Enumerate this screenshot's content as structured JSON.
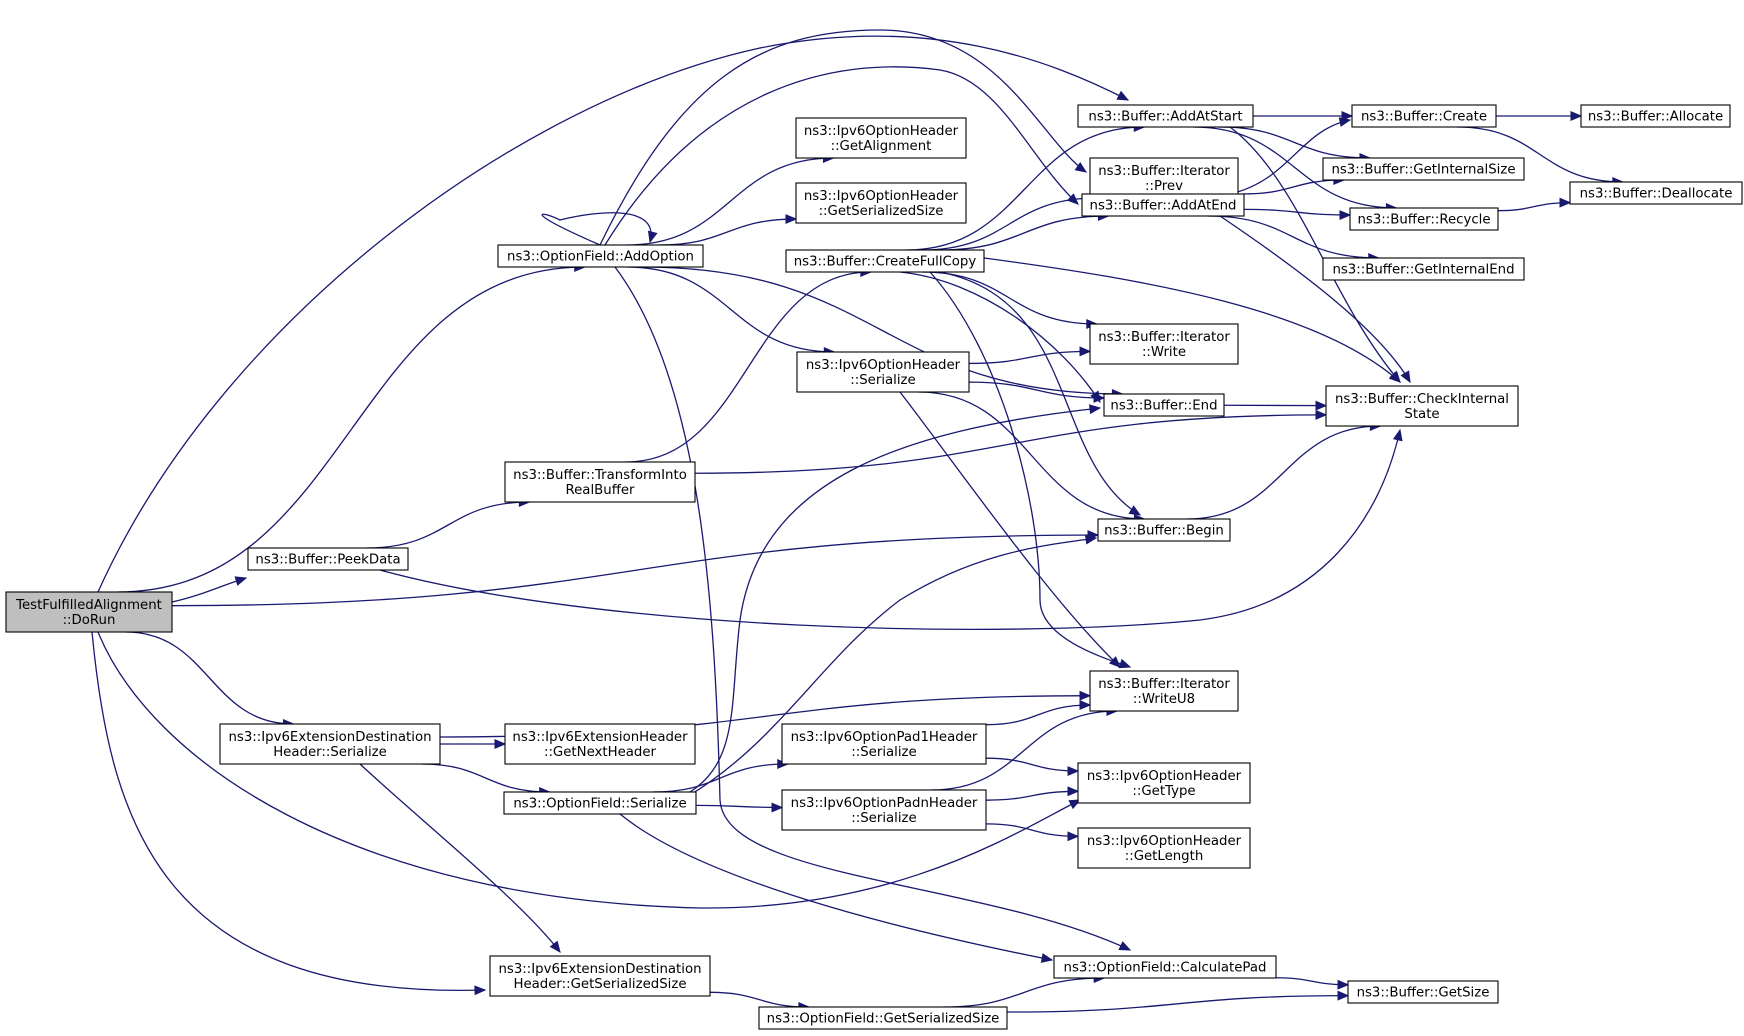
{
  "graph": {
    "type": "call-graph",
    "node_style": {
      "root_fill": "#bfbfbf",
      "node_fill": "#ffffff",
      "border": "#000000",
      "edge_color": "#191970"
    },
    "nodes": [
      {
        "id": "n0",
        "lines": [
          "TestFulfilledAlignment",
          "::DoRun"
        ],
        "root": true
      },
      {
        "id": "n1",
        "lines": [
          "ns3::OptionField::AddOption"
        ]
      },
      {
        "id": "n2",
        "lines": [
          "ns3::Buffer::AddAtStart"
        ]
      },
      {
        "id": "n3",
        "lines": [
          "ns3::Buffer::Create"
        ]
      },
      {
        "id": "n4",
        "lines": [
          "ns3::Buffer::Allocate"
        ]
      },
      {
        "id": "n5",
        "lines": [
          "ns3::Buffer::GetInternalSize"
        ]
      },
      {
        "id": "n6",
        "lines": [
          "ns3::Buffer::Deallocate"
        ]
      },
      {
        "id": "n7",
        "lines": [
          "ns3::Buffer::Recycle"
        ]
      },
      {
        "id": "n8",
        "lines": [
          "ns3::Buffer::GetInternalEnd"
        ]
      },
      {
        "id": "n9",
        "lines": [
          "ns3::Buffer::Iterator",
          "::Prev"
        ]
      },
      {
        "id": "n10",
        "lines": [
          "ns3::Buffer::AddAtEnd"
        ]
      },
      {
        "id": "n11",
        "lines": [
          "ns3::Ipv6OptionHeader",
          "::GetAlignment"
        ]
      },
      {
        "id": "n12",
        "lines": [
          "ns3::Ipv6OptionHeader",
          "::GetSerializedSize"
        ]
      },
      {
        "id": "n13",
        "lines": [
          "ns3::Buffer::CreateFullCopy"
        ]
      },
      {
        "id": "n14",
        "lines": [
          "ns3::Buffer::Iterator",
          "::Write"
        ]
      },
      {
        "id": "n15",
        "lines": [
          "ns3::Ipv6OptionHeader",
          "::Serialize"
        ]
      },
      {
        "id": "n16",
        "lines": [
          "ns3::Buffer::End"
        ]
      },
      {
        "id": "n17",
        "lines": [
          "ns3::Buffer::CheckInternal",
          "State"
        ]
      },
      {
        "id": "n18",
        "lines": [
          "ns3::Buffer::TransformInto",
          "RealBuffer"
        ]
      },
      {
        "id": "n19",
        "lines": [
          "ns3::Buffer::Begin"
        ]
      },
      {
        "id": "n20",
        "lines": [
          "ns3::Buffer::PeekData"
        ]
      },
      {
        "id": "n21",
        "lines": [
          "ns3::Buffer::Iterator",
          "::WriteU8"
        ]
      },
      {
        "id": "n22",
        "lines": [
          "ns3::Ipv6ExtensionDestination",
          "Header::Serialize"
        ]
      },
      {
        "id": "n23",
        "lines": [
          "ns3::Ipv6ExtensionHeader",
          "::GetNextHeader"
        ]
      },
      {
        "id": "n24",
        "lines": [
          "ns3::Ipv6OptionPad1Header",
          "::Serialize"
        ]
      },
      {
        "id": "n25",
        "lines": [
          "ns3::OptionField::Serialize"
        ]
      },
      {
        "id": "n26",
        "lines": [
          "ns3::Ipv6OptionPadnHeader",
          "::Serialize"
        ]
      },
      {
        "id": "n27",
        "lines": [
          "ns3::Ipv6OptionHeader",
          "::GetType"
        ]
      },
      {
        "id": "n28",
        "lines": [
          "ns3::Ipv6OptionHeader",
          "::GetLength"
        ]
      },
      {
        "id": "n29",
        "lines": [
          "ns3::Ipv6ExtensionDestination",
          "Header::GetSerializedSize"
        ]
      },
      {
        "id": "n30",
        "lines": [
          "ns3::OptionField::CalculatePad"
        ]
      },
      {
        "id": "n31",
        "lines": [
          "ns3::Buffer::GetSize"
        ]
      },
      {
        "id": "n32",
        "lines": [
          "ns3::OptionField::GetSerializedSize"
        ]
      }
    ],
    "edges": [
      [
        "n0",
        "n1"
      ],
      [
        "n0",
        "n2"
      ],
      [
        "n0",
        "n20"
      ],
      [
        "n0",
        "n19"
      ],
      [
        "n0",
        "n22"
      ],
      [
        "n0",
        "n29"
      ],
      [
        "n0",
        "n27"
      ],
      [
        "n1",
        "n1"
      ],
      [
        "n1",
        "n11"
      ],
      [
        "n1",
        "n12"
      ],
      [
        "n1",
        "n9"
      ],
      [
        "n1",
        "n10"
      ],
      [
        "n1",
        "n15"
      ],
      [
        "n1",
        "n16"
      ],
      [
        "n1",
        "n30"
      ],
      [
        "n2",
        "n3"
      ],
      [
        "n2",
        "n5"
      ],
      [
        "n2",
        "n7"
      ],
      [
        "n2",
        "n17"
      ],
      [
        "n3",
        "n4"
      ],
      [
        "n3",
        "n6"
      ],
      [
        "n7",
        "n6"
      ],
      [
        "n10",
        "n3"
      ],
      [
        "n10",
        "n5"
      ],
      [
        "n10",
        "n7"
      ],
      [
        "n10",
        "n8"
      ],
      [
        "n10",
        "n17"
      ],
      [
        "n13",
        "n2"
      ],
      [
        "n13",
        "n9"
      ],
      [
        "n13",
        "n10"
      ],
      [
        "n13",
        "n14"
      ],
      [
        "n13",
        "n16"
      ],
      [
        "n13",
        "n19"
      ],
      [
        "n13",
        "n21"
      ],
      [
        "n13",
        "n17"
      ],
      [
        "n15",
        "n14"
      ],
      [
        "n15",
        "n16"
      ],
      [
        "n15",
        "n19"
      ],
      [
        "n15",
        "n21"
      ],
      [
        "n16",
        "n17"
      ],
      [
        "n18",
        "n13"
      ],
      [
        "n18",
        "n17"
      ],
      [
        "n19",
        "n17"
      ],
      [
        "n20",
        "n18"
      ],
      [
        "n20",
        "n17"
      ],
      [
        "n22",
        "n21"
      ],
      [
        "n22",
        "n23"
      ],
      [
        "n22",
        "n25"
      ],
      [
        "n22",
        "n29"
      ],
      [
        "n24",
        "n21"
      ],
      [
        "n24",
        "n27"
      ],
      [
        "n25",
        "n24"
      ],
      [
        "n25",
        "n26"
      ],
      [
        "n25",
        "n16"
      ],
      [
        "n25",
        "n19"
      ],
      [
        "n25",
        "n30"
      ],
      [
        "n26",
        "n21"
      ],
      [
        "n26",
        "n27"
      ],
      [
        "n26",
        "n28"
      ],
      [
        "n29",
        "n32"
      ],
      [
        "n30",
        "n31"
      ],
      [
        "n32",
        "n30"
      ],
      [
        "n32",
        "n31"
      ]
    ]
  }
}
